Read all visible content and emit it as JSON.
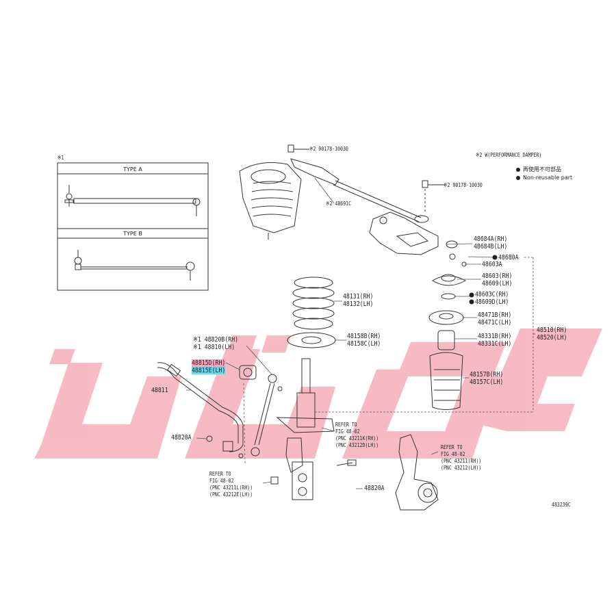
{
  "labels": {
    "bolt_top": "※2 90178-10030",
    "bolt_right": "※2 90178-10030",
    "brace": "※2 48691C",
    "perf_damper": "※2 W(PERFORMANCE DAMPER)",
    "legend_reuse": "再使用不可部品",
    "legend_nonreuse": "Non-reusable part",
    "p48684": [
      "48684A(RH)",
      "48684B(LH)"
    ],
    "p48680": "48680A",
    "p48603a": "48603A",
    "p48603": [
      "48603(RH)",
      "48609(LH)"
    ],
    "p48603c": [
      "48603C(RH)",
      "48609D(LH)"
    ],
    "p48471": [
      "48471B(RH)",
      "48471C(LH)"
    ],
    "p48131": [
      "48131(RH)",
      "48132(LH)"
    ],
    "p48158": [
      "48158B(RH)",
      "48158C(LH)"
    ],
    "p48331": [
      "48331B(RH)",
      "48331C(LH)"
    ],
    "p48157": [
      "48157B(RH)",
      "48157C(LH)"
    ],
    "p48510": [
      "48510(RH)",
      "48520(LH)"
    ],
    "p48820b": [
      "※1 48820B(RH)",
      "※1 48810(LH)"
    ],
    "p48815": [
      "48815D(RH)",
      "48815E(LH)"
    ],
    "p48811": "48811",
    "p48820a_left": "48820A",
    "p48820a_right": "48820A",
    "ref_mid": [
      "REFER TO",
      "FIG 48-02",
      "(PNC 43211K(RH))",
      "(PNC 43212D(LH))"
    ],
    "ref_left": [
      "REFER TO",
      "FIG 48-02",
      "(PNC 43211L(RH))",
      "(PNC 43212E(LH))"
    ],
    "ref_right": [
      "REFER TO",
      "FIG 48-02",
      "(PNC 43211(RH))",
      "(PNC 43212(LH))"
    ],
    "fig_code": "483239C"
  },
  "inset": {
    "mark": "※1",
    "type_a": "TYPE A",
    "type_b": "TYPE B"
  },
  "colors": {
    "watermark": "#f7aeb8",
    "highlight_pink": "#ff9fb8",
    "highlight_cyan": "#6ed6e8",
    "line": "#333333"
  }
}
